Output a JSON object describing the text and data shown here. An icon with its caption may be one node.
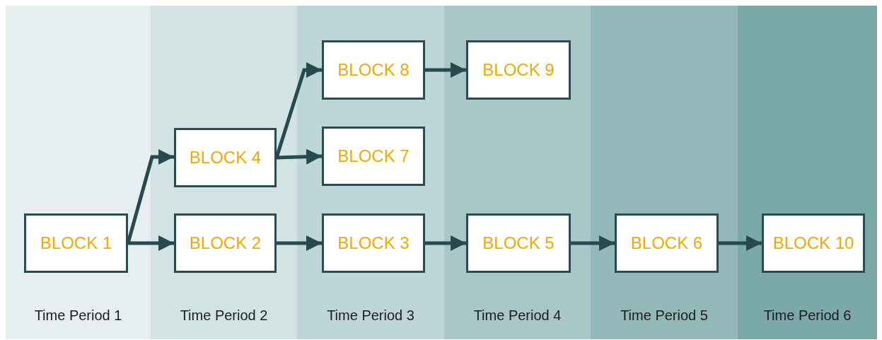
{
  "diagram": {
    "nodes": [
      {
        "text": [
          "Time Period 1"
        ]
      },
      {
        "text": [
          "BLOCK 1"
        ],
        "in": 0
      },
      {
        "text": [
          "Time Period 2"
        ]
      },
      {
        "text": [
          "BLOCK 4"
        ],
        "in": 2
      },
      {
        "text": [
          "BLOCK 2"
        ],
        "in": 2
      },
      {
        "text": [
          "Time Period 3"
        ]
      },
      {
        "text": [
          "BLOCK 8"
        ],
        "in": 5
      },
      {
        "text": [
          "BLOCK 7"
        ],
        "in": 5
      },
      {
        "text": [
          "BLOCK 3"
        ],
        "in": 5
      },
      {
        "text": [
          "Time Period 4"
        ]
      },
      {
        "text": [
          "BLOCK 9"
        ],
        "in": 9
      },
      {
        "text": [
          "BLOCK 5"
        ],
        "in": 9
      },
      {
        "text": [
          "Time Period 5"
        ]
      },
      {
        "text": [
          "BLOCK 6"
        ],
        "in": 12
      },
      {
        "text": [
          "Time Period 6"
        ]
      },
      {
        "text": [
          "BLOCK 10"
        ],
        "in": 14
      }
    ],
    "edges": [
      {
        "from": 1,
        "to": 3,
        "arrow": "to"
      },
      {
        "from": 1,
        "to": 4,
        "arrow": "to"
      },
      {
        "from": 3,
        "to": 6,
        "arrow": "to"
      },
      {
        "from": 3,
        "to": 7,
        "arrow": "to"
      },
      {
        "from": 4,
        "to": 8,
        "arrow": "to"
      },
      {
        "from": 6,
        "to": 10,
        "arrow": "to"
      },
      {
        "from": 8,
        "to": 11,
        "arrow": "to"
      },
      {
        "from": 11,
        "to": 13,
        "arrow": "to"
      },
      {
        "from": 13,
        "to": 15,
        "arrow": "to"
      }
    ]
  }
}
